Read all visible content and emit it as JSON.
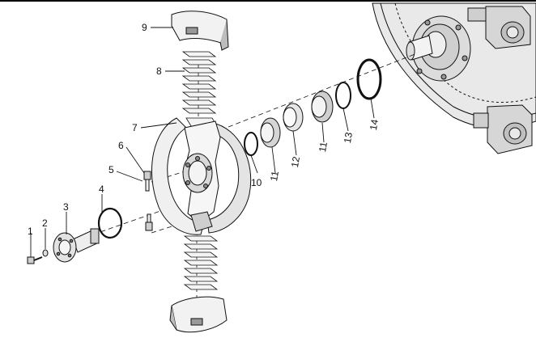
{
  "diagram": {
    "type": "exploded-parts-view",
    "colors": {
      "line": "#111111",
      "part_fill": "#f2f2f2",
      "shade": "#bdbdbd",
      "housing_fill": "#e6e6e6"
    },
    "callouts": [
      {
        "number": "1"
      },
      {
        "number": "2"
      },
      {
        "number": "3"
      },
      {
        "number": "4"
      },
      {
        "number": "5"
      },
      {
        "number": "6"
      },
      {
        "number": "7"
      },
      {
        "number": "8"
      },
      {
        "number": "9"
      },
      {
        "number": "10"
      },
      {
        "number": "11"
      },
      {
        "number": "12"
      },
      {
        "number": "11"
      },
      {
        "number": "13"
      },
      {
        "number": "14"
      }
    ]
  }
}
